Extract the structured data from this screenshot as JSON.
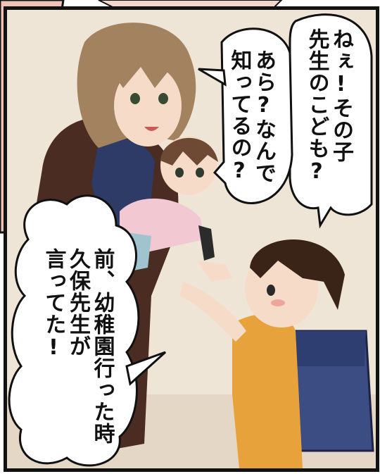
{
  "balloons": {
    "b1": {
      "text": "ねぇ!その子\n先生のこども?"
    },
    "b2": {
      "text": "あら?なんで\n知ってるの?"
    },
    "b3": {
      "text": "前、幼稚園行った時\n久保先生が\n言ってた!"
    }
  },
  "colors": {
    "panel_bg": "#e9dccb",
    "frame": "#111111",
    "mom_hair": "#a3825f",
    "mom_coat": "#4a2c22",
    "mom_top": "#2e3b66",
    "baby_blanket": "#f2c8d2",
    "boy_shirt": "#e8a23c",
    "backpack": "#3c4d84",
    "skin": "#f6dcc8"
  }
}
